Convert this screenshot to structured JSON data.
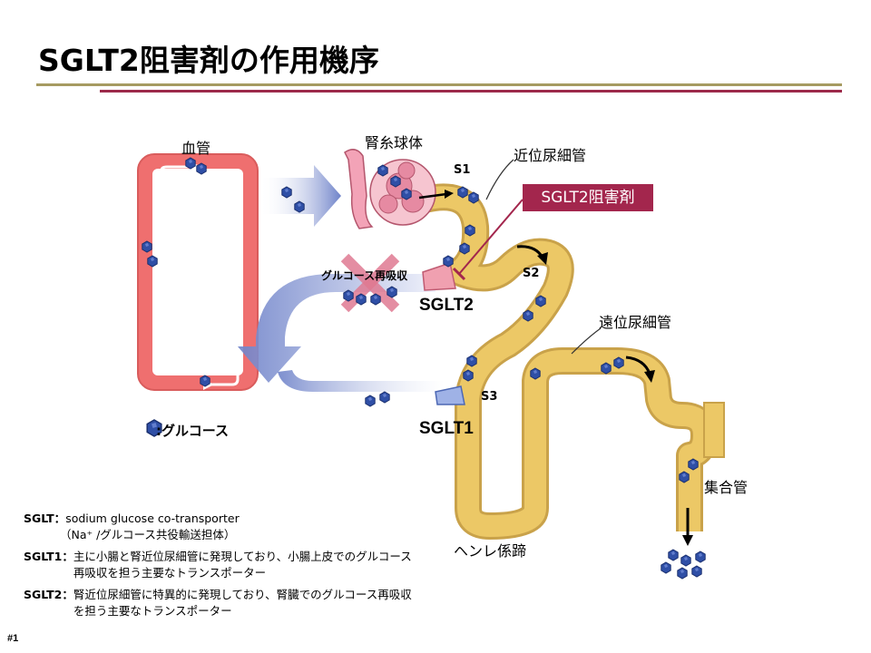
{
  "title": "SGLT2阻害剤の作用機序",
  "labels": {
    "blood_vessel": "血管",
    "glomerulus": "腎糸球体",
    "proximal_tubule": "近位尿細管",
    "inhibitor": "SGLT2阻害剤",
    "reabsorption": "グルコース再吸収",
    "sglt2": "SGLT2",
    "sglt1": "SGLT1",
    "s1": "S1",
    "s2": "S2",
    "s3": "S3",
    "distal_tubule": "遠位尿細管",
    "collecting_duct": "集合管",
    "loop_of_henle": "ヘンレ係蹄"
  },
  "legend": {
    "glucose": ":グルコース"
  },
  "notes": {
    "sglt_key": "SGLT：",
    "sglt_value": "sodium  glucose co-transporter",
    "sglt_value2": "（Na⁺ /グルコース共役輸送担体）",
    "sglt1_key": "SGLT1：",
    "sglt1_value": "主に小腸と腎近位尿細管に発現しており、小腸上皮でのグルコース再吸収を担う主要なトランスポーター",
    "sglt2_key": "SGLT2：",
    "sglt2_value": "腎近位尿細管に特異的に発現しており、腎臓でのグルコース再吸収を担う主要なトランスポーター"
  },
  "page_number": "#1",
  "colors": {
    "vessel": "#ef6f6f",
    "tubule": "#e3bd5e",
    "glucose": "#2f4fa6",
    "arrow_blue": "#6f80c6",
    "inhibitor": "#a3264d",
    "rule_olive": "#a69b61",
    "rule_red": "#9c2a4a"
  }
}
